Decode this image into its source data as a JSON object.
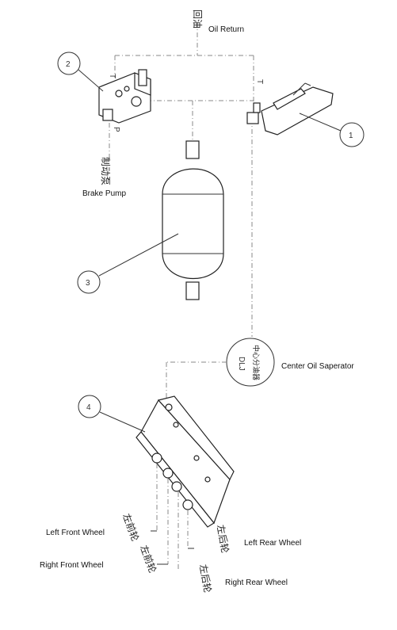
{
  "oil_return": {
    "cn": "回油",
    "en": "Oil Return"
  },
  "ports": {
    "t_left": "T",
    "t_right": "T",
    "p": "P"
  },
  "brake_pump": {
    "cn": "制动泵",
    "en": "Brake Pump"
  },
  "center_oil_separator": {
    "cn": "中心分油器",
    "code": "DLJ",
    "en": "Center Oil Saperator"
  },
  "callouts": [
    "1",
    "2",
    "3",
    "4"
  ],
  "wheels": {
    "left_front": {
      "cn": "左前轮",
      "en": "Left Front Wheel"
    },
    "right_front": {
      "cn": "左前轮",
      "en": "Right Front Wheel"
    },
    "left_rear": {
      "cn": "左后轮",
      "en": "Left Rear Wheel"
    },
    "right_rear": {
      "cn": "左后轮",
      "en": "Right Rear Wheel"
    }
  }
}
